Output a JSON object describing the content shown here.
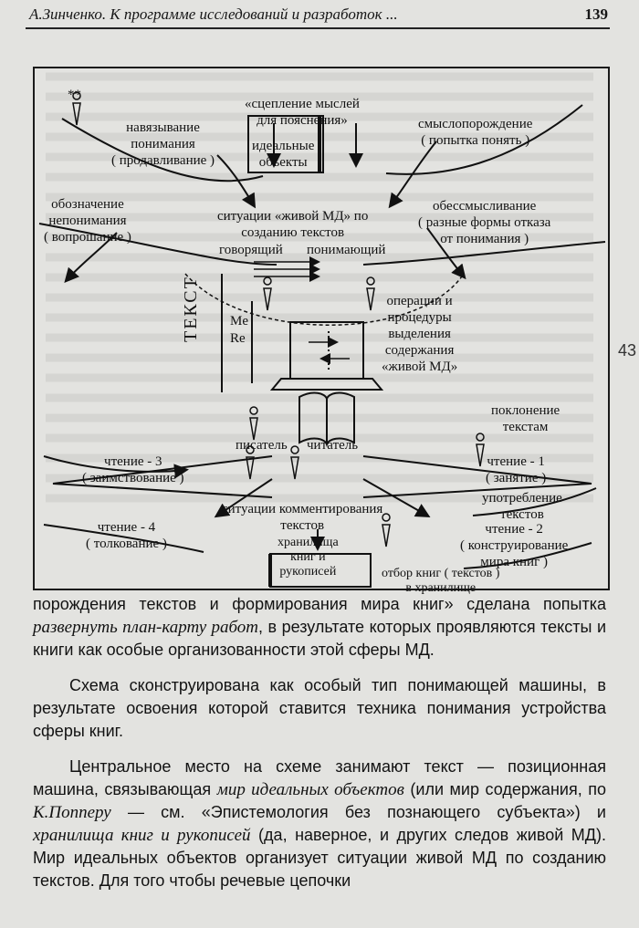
{
  "header": {
    "running_title": "А.Зинченко. К программе исследований и разработок ...",
    "page_number": "139"
  },
  "side_mark": "43",
  "diagram": {
    "marks": "**",
    "labels": {
      "scepl": "«сцепление мыслей\nдля пояснения»",
      "navyaz": "навязывание\nпонимания\n( продавливание )",
      "smyslo": "смыслопорождение\n( попытка понять )",
      "ideal": "идеальные\nобъекты",
      "oboznach": "обозначение\nнепонимания\n( вопрошание )",
      "situacii": "ситуации «живой МД» по\nсозданию текстов",
      "obessm": "обессмысливание\n( разные формы отказа\nот понимания )",
      "govor": "говорящий",
      "ponim": "понимающий",
      "me": "Me",
      "re": "Re",
      "tekst": "ТЕКСТ",
      "operacii": "операции и\nпроцедуры\nвыделения\nсодержания\n«живой МД»",
      "poklon": "поклонение\nтекстам",
      "pisatel": "писатель",
      "chitatel": "читатель",
      "chtenie3": "чтение - 3\n( заимствование )",
      "chtenie1": "чтение - 1\n( занятие )",
      "upotreb": "употребление\nтекстов",
      "kommen": "ситуации комментирования\nтекстов",
      "chtenie4": "чтение - 4\n( толкование )",
      "chtenie2": "чтение - 2\n( конструирование\nмира книг )",
      "hranil": "хранилища\nкниг и\nрукописей",
      "otbor": "отбор книг ( текстов )\nв хранилище"
    }
  },
  "body": {
    "p1_a": "порождения текстов и формирования мира книг» сделана попытка ",
    "p1_em": "развернуть план-карту работ",
    "p1_b": ", в результате которых проявляются тексты и книги как особые организованности этой сферы МД.",
    "p2": "Схема сконструирована как особый тип понимающей машины, в результате освоения которой ставится техника понимания устройства сферы книг.",
    "p3_a": "Центральное место на схеме занимают текст — позиционная машина, связывающая ",
    "p3_em1": "мир идеальных объектов",
    "p3_b": " (или мир содержания, по ",
    "p3_em2": "К.Попперу",
    "p3_c": " — см. «Эпистемология без познающего субъекта») и ",
    "p3_em3": "хранилища книг и рукописей",
    "p3_d": " (да, наверное, и других следов живой МД). Мир идеальных объектов организует ситуации живой МД по созданию текстов. Для того чтобы речевые цепочки"
  }
}
